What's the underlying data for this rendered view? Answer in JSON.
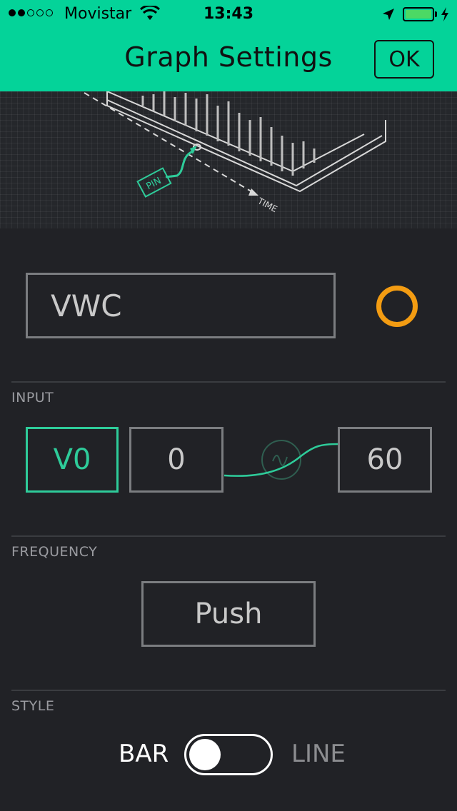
{
  "status_bar": {
    "carrier": "Movistar",
    "time": "13:43",
    "signal_bars_filled": 2,
    "signal_bars_total": 5
  },
  "header": {
    "title": "Graph Settings",
    "ok_label": "OK"
  },
  "illustration": {
    "pin_label": "PIN",
    "time_label": "TIME"
  },
  "name_field": {
    "value": "VWC"
  },
  "color_picker": {
    "color": "#f39c12"
  },
  "input": {
    "section_label": "INPUT",
    "pin": "V0",
    "min": "0",
    "max": "60"
  },
  "frequency": {
    "section_label": "FREQUENCY",
    "value": "Push"
  },
  "style": {
    "section_label": "STYLE",
    "option_left": "BAR",
    "option_right": "LINE",
    "selected": "BAR"
  },
  "colors": {
    "accent": "#04d399",
    "pin_accent": "#2ecc9a",
    "background": "#212226"
  }
}
